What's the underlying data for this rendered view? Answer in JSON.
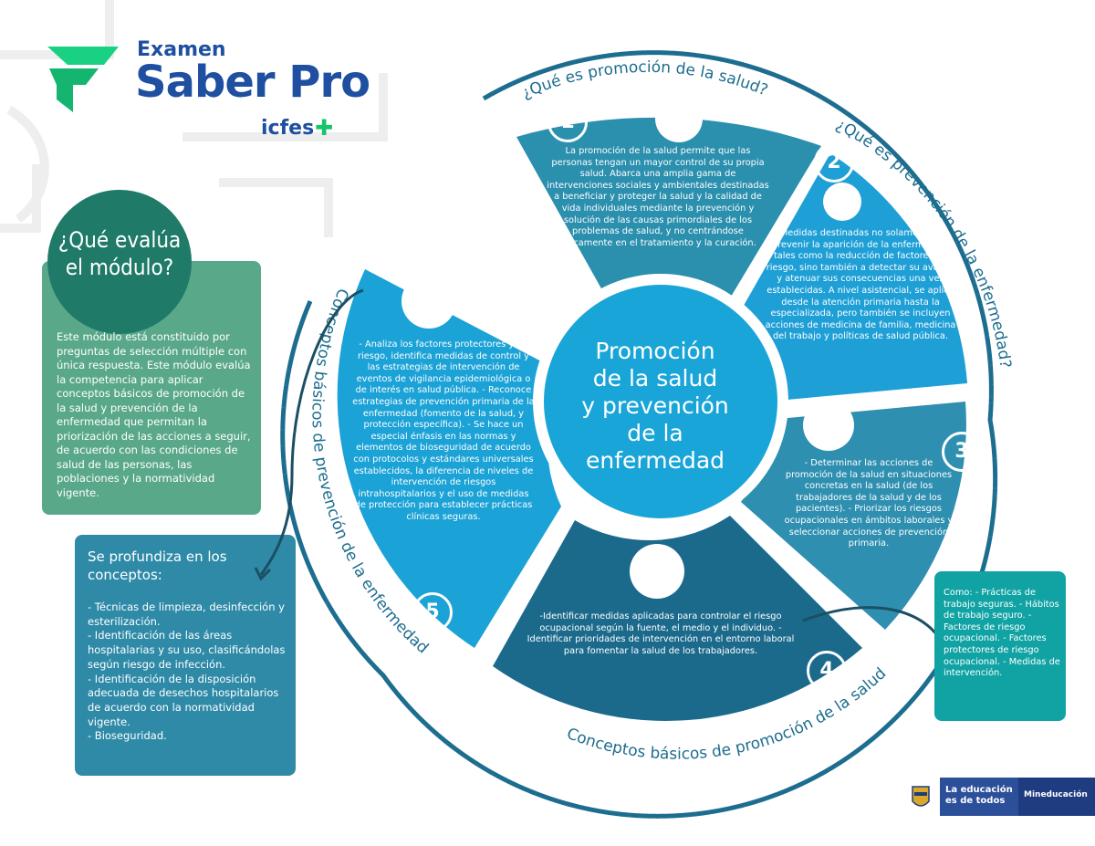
{
  "header": {
    "logo_examen": "Examen",
    "logo_saber_pro": "Saber Pro",
    "logo_icfes": "icfes"
  },
  "left_panel": {
    "title_line1": "¿Qué evalúa",
    "title_line2": "el módulo?",
    "body": "Este módulo está constituido por preguntas de selección múltiple con única respuesta. Este módulo evalúa la competencia para aplicar conceptos básicos de promoción de la salud y prevención de la enfermedad que permitan la priorización de las acciones a seguir, de acuerdo con las condiciones de salud de las personas, las poblaciones y la normatividad vigente."
  },
  "depth_panel": {
    "title": "Se profundiza en los conceptos:",
    "items": [
      "- Técnicas de limpieza, desinfección y esterilización.",
      "- Identificación de las áreas hospitalarias y su uso, clasificándolas según riesgo de infección.",
      "- Identificación de la disposición adecuada de desechos hospitalarios de acuerdo con la normatividad vigente.",
      "- Bioseguridad."
    ]
  },
  "wheel": {
    "center_title": [
      "Promoción",
      "de la salud",
      "y prevención",
      "de la enfermedad"
    ],
    "arc_labels": {
      "top": "¿Qué es promoción de la salud?",
      "right": "¿Qué es prevención de la enfermedad?",
      "bottom": "Conceptos básicos de promoción de la salud",
      "left": "Conceptos básicos de prevención de la enfermedad"
    },
    "segments": [
      {
        "number": "1",
        "icon": "caring-hands-icon",
        "text": "La promoción de la salud permite que las personas tengan un mayor control de su propia salud. Abarca una amplia gama de intervenciones sociales y ambientales destinadas a beneficiar y proteger la salud y la calidad de vida individuales mediante la prevención y solución de las causas primordiales de los problemas de salud, y no centrándose únicamente en el tratamiento y la curación."
      },
      {
        "number": "2",
        "icon": "virus-icon",
        "text": "Medidas destinadas no solamente a prevenir la aparición de la enfermedad, tales como la reducción de factores de riesgo, sino también a detectar su avance y atenuar sus consecuencias una vez establecidas. A nivel asistencial, se aplica desde la atención primaria hasta la especializada, pero también se incluyen acciones de medicina de familia, medicina del trabajo y políticas de salud pública."
      },
      {
        "number": "3",
        "icon": "hospital-bed-icon",
        "text": "- Determinar las acciones de promoción de la salud en situaciones concretas en la salud (de los trabajadores de la salud y de los pacientes). - Priorizar los riesgos ocupacionales en ámbitos laborales y seleccionar acciones de prevención primaria."
      },
      {
        "number": "4",
        "icon": "nurse-icon",
        "text": "-Identificar medidas aplicadas para controlar el riesgo ocupacional según la fuente, el medio y el individuo. - Identificar prioridades de intervención en el entorno laboral para fomentar la salud de los trabajadores."
      },
      {
        "number": "5",
        "icon": "hand-washing-icon",
        "text": "- Analiza los factores protectores y de riesgo, identifica medidas de control y las estrategias de intervención de eventos de vigilancia epidemiológica o de interés en salud pública. - Reconoce estrategias de prevención primaria de la enfermedad (fomento de la salud, y protección específica). - Se hace un especial énfasis en las normas y elementos de bioseguridad de acuerdo con protocolos y estándares universales establecidos, la diferencia de niveles de intervención de riesgos intrahospitalarios y el uso de medidas de protección para establecer prácticas clínicas seguras."
      }
    ]
  },
  "callout": {
    "text": "Como: - Prácticas de trabajo seguras. - Hábitos de trabajo seguro. - Factores de riesgo ocupacional. - Factores protectores de riesgo ocupacional. - Medidas de intervención."
  },
  "footer": {
    "slogan": "La educación es de todos",
    "ministry": "Mineducación"
  },
  "colors": {
    "seg1": "#2b8fae",
    "seg2": "#1e9fd6",
    "seg3": "#2e8fb0",
    "seg4": "#1b6a8c",
    "seg5": "#1ba2d6",
    "center": "#1aa5d8",
    "ring": "#1c6d8f",
    "green_panel": "#5aa88a",
    "blue_panel": "#2f8aa8",
    "callout": "#11a3a4"
  }
}
